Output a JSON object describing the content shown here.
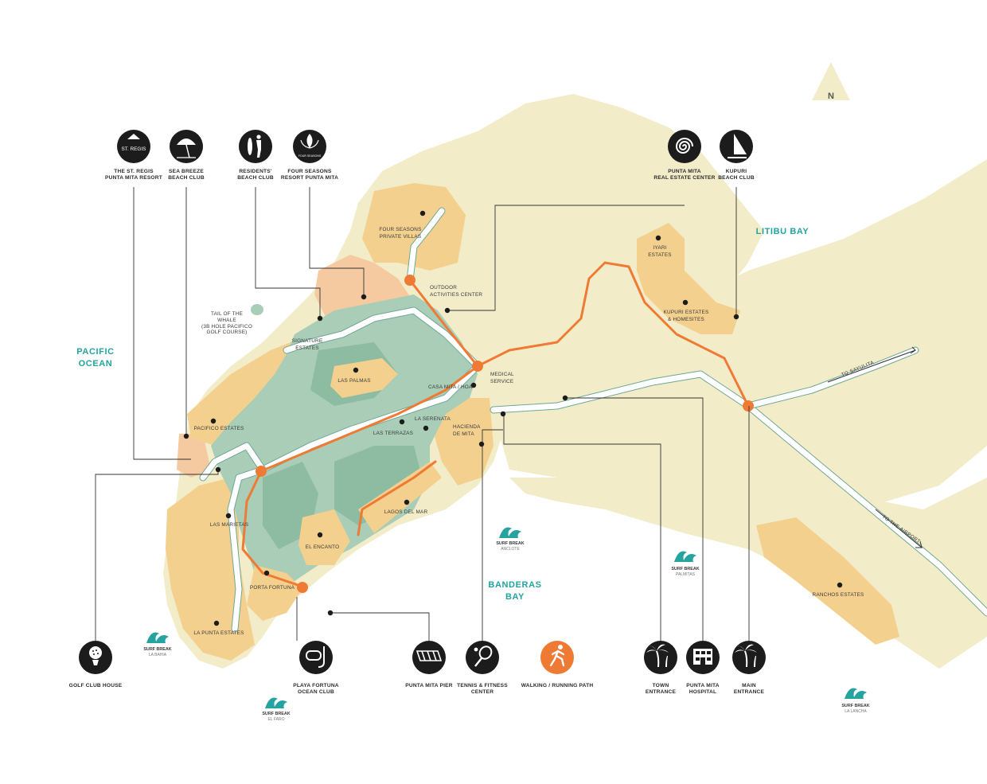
{
  "colors": {
    "background": "#ffffff",
    "land": "#f3ecc9",
    "estates": "#f4d08e",
    "golf": "#a9cdb7",
    "golf_dark": "#8dbca2",
    "private": "#f6caa1",
    "water_label": "#25a3a0",
    "running_path": "#ef7a34",
    "poi_circle": "#1c1c1c"
  },
  "compass": {
    "label": "N",
    "icon": "north-arrow-icon"
  },
  "water_bodies": {
    "pacific": [
      "PACIFIC",
      "OCEAN"
    ],
    "litibu": "LITIBU BAY",
    "banderas": [
      "BANDERAS",
      "BAY"
    ]
  },
  "road_labels": {
    "sayulita": "TO SAYULITA",
    "airport": "TO THE AIRPORT"
  },
  "top_pois": [
    {
      "id": "st-regis",
      "icon": "st-regis-logo-icon",
      "logo_text": "ST. REGIS",
      "lines": [
        "THE ST. REGIS",
        "PUNTA MITA RESORT"
      ]
    },
    {
      "id": "sea-breeze",
      "icon": "beach-umbrella-icon",
      "lines": [
        "SEA BREEZE",
        "BEACH CLUB"
      ]
    },
    {
      "id": "residents",
      "icon": "surfers-icon",
      "lines": [
        "RESIDENTS'",
        "BEACH CLUB"
      ]
    },
    {
      "id": "four-seasons",
      "icon": "four-seasons-logo-icon",
      "logo_text": "FOUR SEASONS",
      "lines": [
        "FOUR SEASONS",
        "RESORT PUNTA MITA"
      ]
    },
    {
      "id": "real-estate",
      "icon": "spiral-shell-icon",
      "lines": [
        "PUNTA MITA",
        "REAL ESTATE CENTER"
      ]
    },
    {
      "id": "kupuri",
      "icon": "windsurf-icon",
      "lines": [
        "KUPURI",
        "BEACH CLUB"
      ]
    }
  ],
  "bottom_pois": [
    {
      "id": "golf",
      "icon": "golf-ball-icon",
      "lines": [
        "GOLF CLUB HOUSE"
      ]
    },
    {
      "id": "playa-fortuna",
      "icon": "snorkel-mask-icon",
      "lines": [
        "PLAYA FORTUNA",
        "OCEAN CLUB"
      ]
    },
    {
      "id": "pier",
      "icon": "pier-icon",
      "lines": [
        "PUNTA MITA PIER"
      ]
    },
    {
      "id": "tennis",
      "icon": "tennis-racket-icon",
      "lines": [
        "TENNIS & FITNESS",
        "CENTER"
      ]
    },
    {
      "id": "walking",
      "icon": "runner-icon",
      "lines": [
        "WALKING / RUNNING PATH"
      ]
    },
    {
      "id": "town",
      "icon": "palm-trees-icon",
      "lines": [
        "TOWN",
        "ENTRANCE"
      ]
    },
    {
      "id": "hospital",
      "icon": "hospital-icon",
      "lines": [
        "PUNTA MITA",
        "HOSPITAL"
      ]
    },
    {
      "id": "main",
      "icon": "palm-trees-icon",
      "lines": [
        "MAIN",
        "ENTRANCE"
      ]
    }
  ],
  "areas": {
    "four_seasons_villas": [
      "FOUR SEASONS",
      "PRIVATE VILLAS"
    ],
    "outdoor_activities": [
      "OUTDOOR",
      "ACTIVITIES CENTER"
    ],
    "tail_of_whale": [
      "TAIL OF THE",
      "WHALE",
      "(3B HOLE PACIFICO",
      "GOLF COURSE)"
    ],
    "signature": [
      "SIGNATURE",
      "ESTATES"
    ],
    "las_palmas": "LAS PALMAS",
    "medical": [
      "MEDICAL",
      "SERVICE"
    ],
    "casa_mita": "CASA MITA / HOA",
    "la_serenata": "LA SERENATA",
    "las_terrazas": "LAS TERRAZAS",
    "hacienda": [
      "HACIENDA",
      "DE MITA"
    ],
    "pacifico": "PACIFICO ESTATES",
    "las_marietas": "LAS MARIETAS",
    "lagos": "LAGOS DEL MAR",
    "el_encanto": "EL ENCANTO",
    "porta_fortuna": "PORTA FORTUNA",
    "la_punta": "LA PUNTA ESTATES",
    "iyari": [
      "IYARI",
      "ESTATES"
    ],
    "kupuri_estates": [
      "KUPURI ESTATES",
      "& HOMESITES"
    ],
    "ranchos": "RANCHOS ESTATES"
  },
  "surf_breaks": [
    {
      "id": "la-bahia",
      "title": "SURF BREAK",
      "name": "LA BAHIA"
    },
    {
      "id": "el-faro",
      "title": "SURF BREAK",
      "name": "EL FARO"
    },
    {
      "id": "anclote",
      "title": "SURF BREAK",
      "name": "ANCLOTE"
    },
    {
      "id": "palmitas",
      "title": "SURF BREAK",
      "name": "PALMITAS"
    },
    {
      "id": "la-lancha",
      "title": "SURF BREAK",
      "name": "LA LANCHA"
    }
  ]
}
